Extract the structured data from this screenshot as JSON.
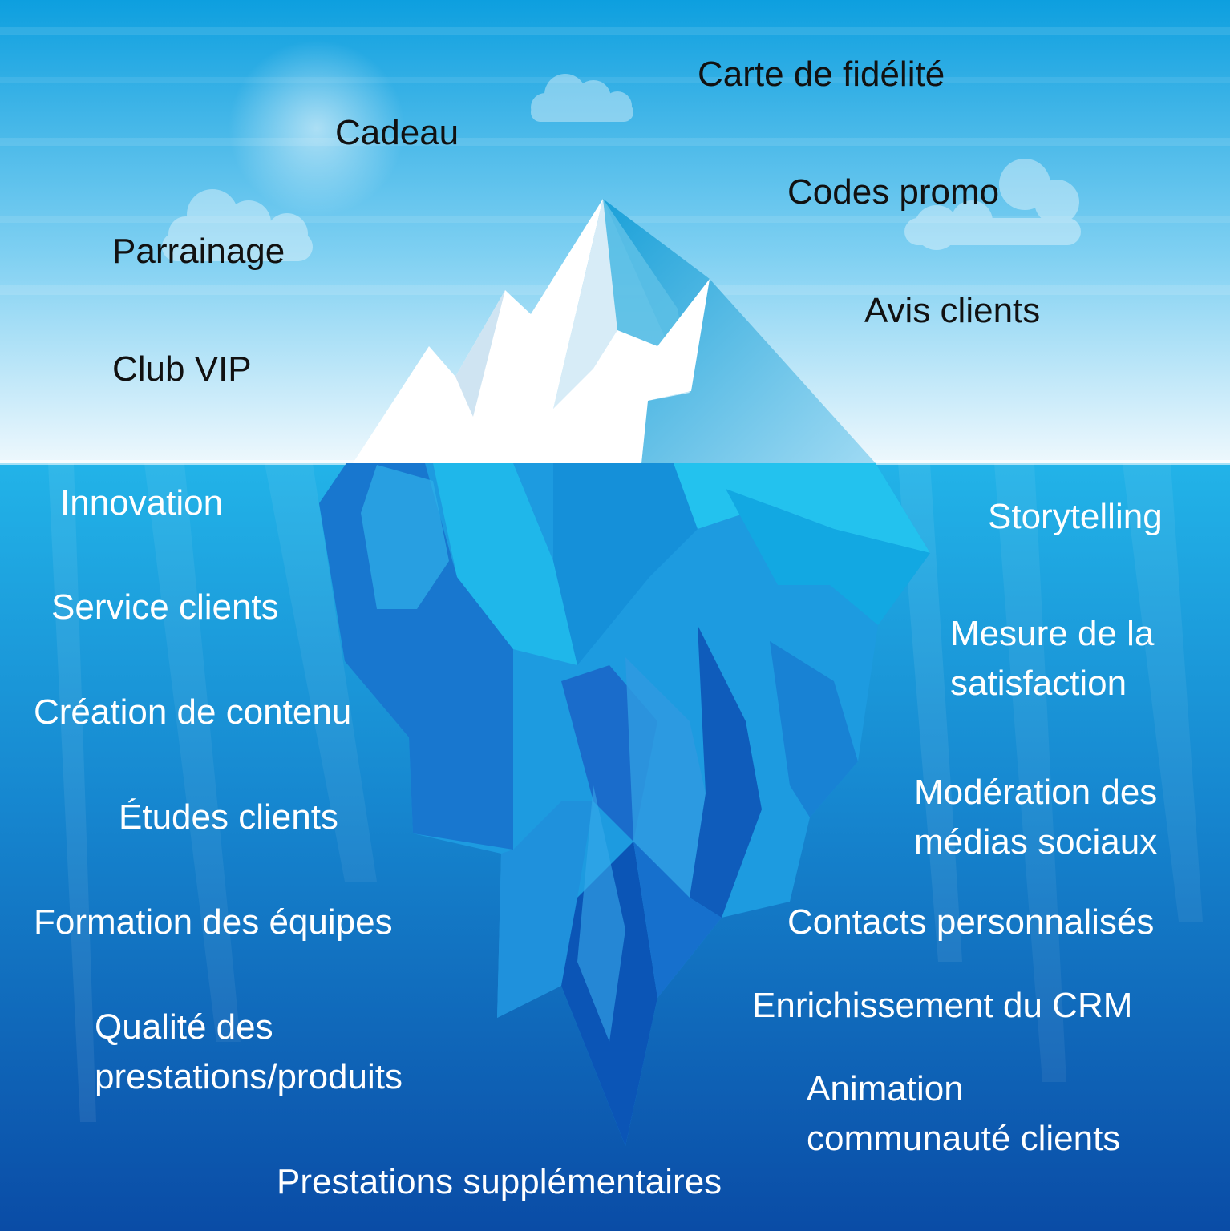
{
  "colors": {
    "sky_top": "#0d9fdf",
    "sky_bottom": "#e9f6fc",
    "sea_top": "#1fa9e2",
    "sea_bottom": "#0a4fa8",
    "ice_white": "#ffffff",
    "ice_shadow": "#2aa7d9"
  },
  "above_water": {
    "cadeau": "Cadeau",
    "carte_fidelite": "Carte de fidélité",
    "parrainage": "Parrainage",
    "codes_promo": "Codes promo",
    "avis_clients": "Avis clients",
    "club_vip": "Club VIP"
  },
  "below_water": {
    "innovation": "Innovation",
    "storytelling": "Storytelling",
    "service_clients": "Service clients",
    "mesure_satisfaction": [
      "Mesure de la",
      "satisfaction"
    ],
    "creation_contenu": "Création de contenu",
    "moderation_medias": [
      "Modération des",
      "médias sociaux"
    ],
    "etudes_clients": "Études clients",
    "formation_equipes": "Formation des équipes",
    "contacts_personnalises": "Contacts personnalisés",
    "enrichissement_crm": "Enrichissement du CRM",
    "qualite_prestations": [
      "Qualité des",
      "prestations/produits"
    ],
    "animation_communaute": [
      "Animation",
      "communauté clients"
    ],
    "prestations_supplementaires": "Prestations supplémentaires"
  }
}
